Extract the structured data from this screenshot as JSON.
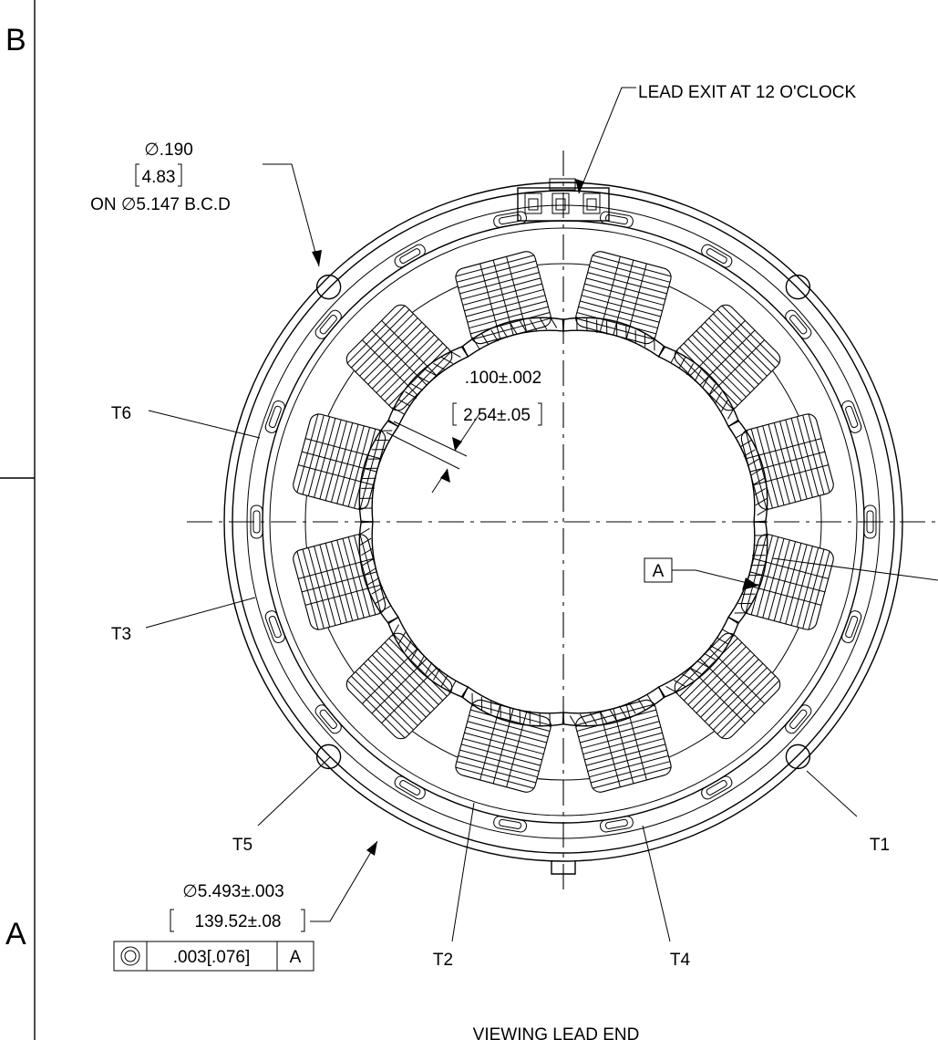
{
  "border": {
    "zone_b": "B",
    "zone_a": "A"
  },
  "lead_exit_note": "LEAD EXIT AT 12 O'CLOCK",
  "bolt_hole": {
    "dia_in": "∅.190",
    "dia_mm": "4.83",
    "bcd": "ON ∅5.147 B.C.D"
  },
  "gap_dim": {
    "inch": ".100±.002",
    "mm": "2.54±.05"
  },
  "outer_dim": {
    "inch": "∅5.493±.003",
    "mm": "139.52±.08"
  },
  "fcf": {
    "tolerance": ".003[.076]",
    "datum": "A"
  },
  "datum_label": "A",
  "leads": [
    "T1",
    "T2",
    "T3",
    "T4",
    "T5",
    "T6"
  ],
  "view_label": "VIEWING LEAD END"
}
